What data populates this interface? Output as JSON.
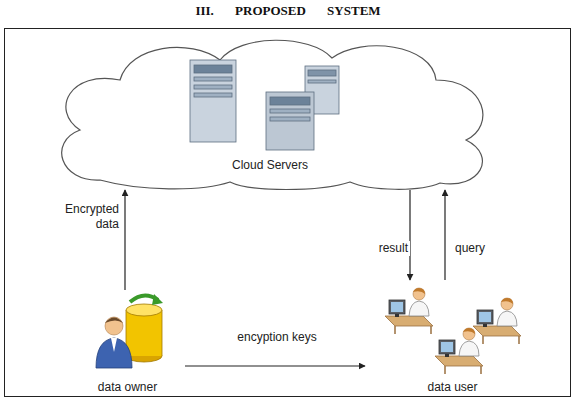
{
  "diagram": {
    "title": "III. PROPOSED SYSTEM",
    "nodes": [
      {
        "text": [
          "Cloud Servers"
        ]
      },
      {
        "text": [
          "data owner"
        ]
      },
      {
        "text": [
          "data user"
        ]
      }
    ],
    "edges": [
      {
        "from": 1,
        "to": 0,
        "arrow": "to",
        "label": "Encrypted data"
      },
      {
        "from": 0,
        "to": 2,
        "arrow": "to",
        "label": "result"
      },
      {
        "from": 2,
        "to": 0,
        "arrow": "to",
        "label": "query"
      },
      {
        "from": 1,
        "to": 2,
        "arrow": "to",
        "label": "encyption keys"
      }
    ]
  }
}
